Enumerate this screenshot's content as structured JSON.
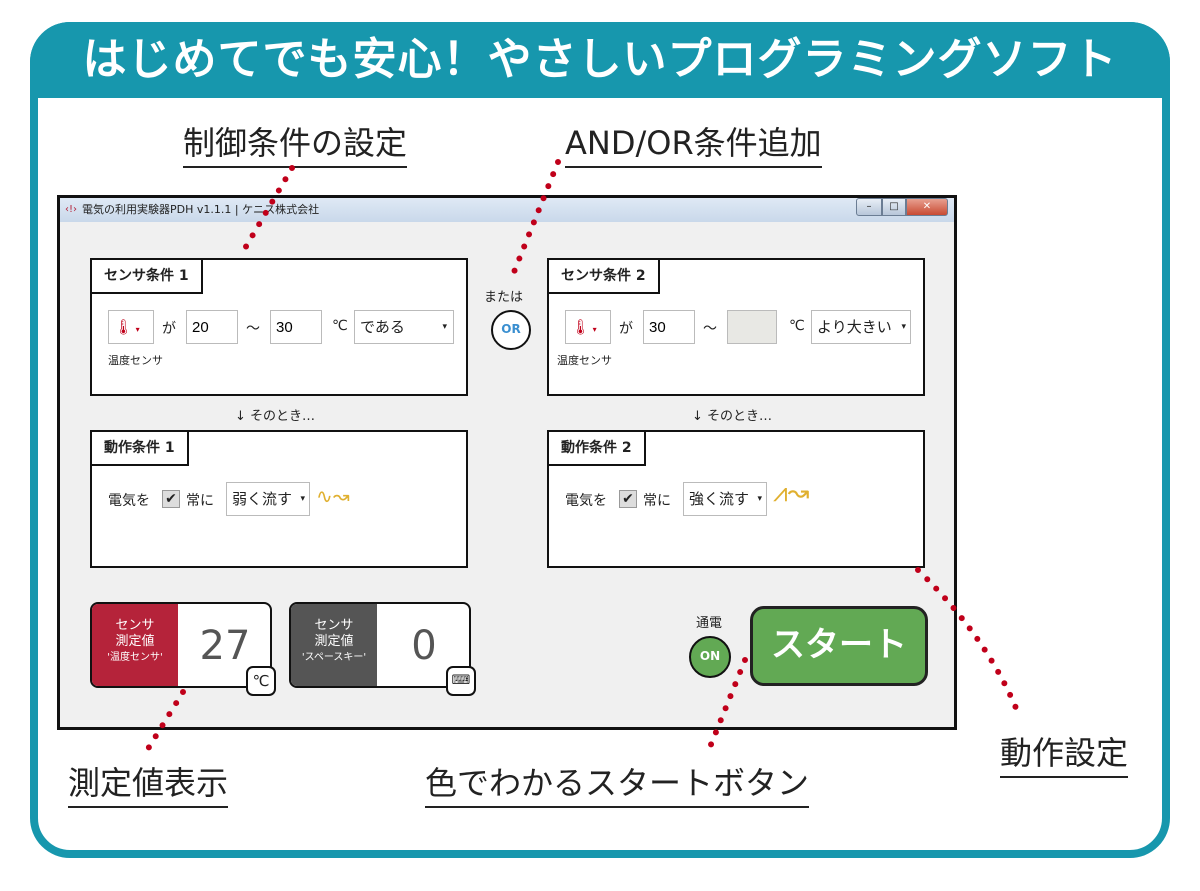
{
  "banner": {
    "title": "はじめてでも安心！やさしいプログラミングソフト"
  },
  "callouts": {
    "control": "制御条件の設定",
    "andor": "AND/OR条件追加",
    "action": "動作設定",
    "measure": "測定値表示",
    "start": "色でわかるスタートボタン"
  },
  "window": {
    "title": "電気の利用実験器PDH v1.1.1 | ケニス株式会社"
  },
  "sensor1": {
    "tab": "センサ条件 1",
    "ga": "が",
    "from": "20",
    "tilde": "～",
    "to": "30",
    "unit": "℃",
    "condition": "である",
    "sensor_name": "温度センサ"
  },
  "sensor2": {
    "tab": "センサ条件 2",
    "ga": "が",
    "from": "30",
    "tilde": "～",
    "to": "",
    "unit": "℃",
    "condition": "より大きい",
    "sensor_name": "温度センサ"
  },
  "or": {
    "label": "または",
    "button": "OR"
  },
  "then_label": "↓ そのとき…",
  "action1": {
    "tab": "動作条件 1",
    "prefix": "電気を",
    "always": "常に",
    "mode": "弱く流す"
  },
  "action2": {
    "tab": "動作条件 2",
    "prefix": "電気を",
    "always": "常に",
    "mode": "強く流す"
  },
  "meter1": {
    "l1": "センサ",
    "l2": "測定値",
    "l3": "'温度センサ'",
    "value": "27",
    "unit": "℃",
    "color": "#b5233a"
  },
  "meter2": {
    "l1": "センサ",
    "l2": "測定値",
    "l3": "'スペースキー'",
    "value": "0",
    "color": "#555555"
  },
  "power": {
    "label": "通電",
    "button": "ON"
  },
  "start_button": "スタート",
  "colors": {
    "teal": "#1797ad",
    "green": "#62a954",
    "dots": "#c0001a"
  }
}
